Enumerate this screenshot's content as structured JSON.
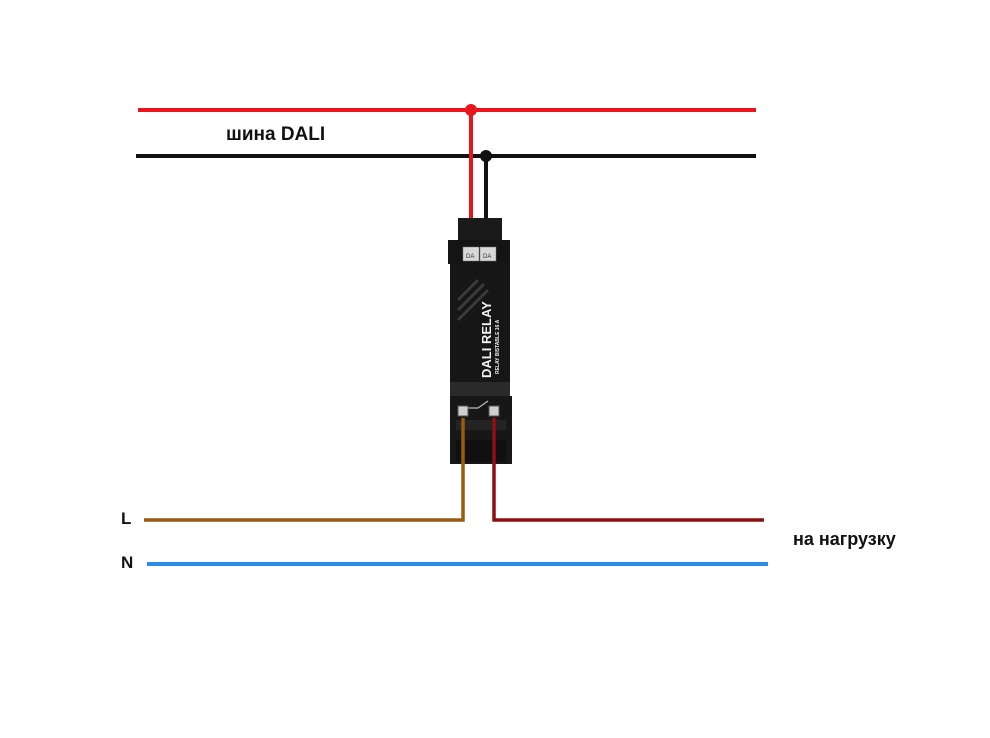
{
  "labels": {
    "dali_bus": "шина DALI",
    "phase": "L",
    "neutral": "N",
    "to_load": "на нагрузку"
  },
  "device": {
    "name": "DALI RELAY",
    "subtitle": "RELAY BISTABLE 16 A",
    "terminal_left": "DA",
    "terminal_right": "DA"
  },
  "colors": {
    "dali_plus": "#e8161b",
    "dali_minus": "#111111",
    "phase_wire": "#9a5a12",
    "load_wire": "#8e1010",
    "neutral_wire": "#2b8de6",
    "device_body": "#161616"
  }
}
